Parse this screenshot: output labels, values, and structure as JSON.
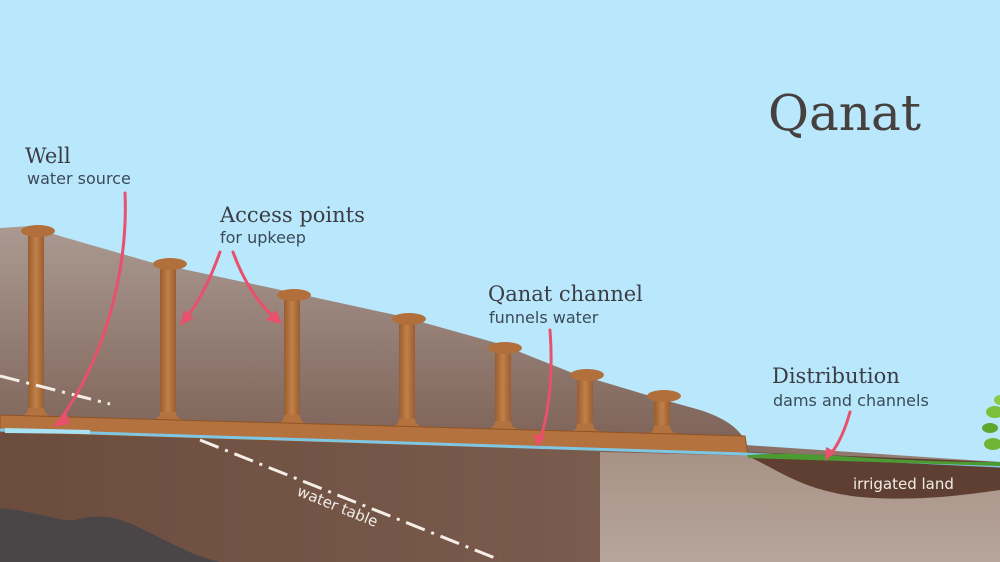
{
  "title": "Qanat",
  "colors": {
    "sky": "#b9e8fd",
    "hill_surface": "#a49189",
    "deep_soil": "#6a4d3f",
    "shaft": "#b3723e",
    "water": "#7ec7e4",
    "arrow": "#e8506c",
    "grass": "#4c9a32",
    "irrigated_soil": "#5e3f31",
    "bedrock": "#4a4648"
  },
  "labels": {
    "well": {
      "heading": "Well",
      "sub": "water source"
    },
    "access_points": {
      "heading": "Access points",
      "sub": "for upkeep"
    },
    "channel": {
      "heading": "Qanat channel",
      "sub": "funnels water"
    },
    "distribution": {
      "heading": "Distribution",
      "sub": "dams and channels"
    },
    "water_table": "water table",
    "irrigated_land": "irrigated land"
  },
  "access_shaft_count": 7,
  "icons": {
    "tree": "tree-foliage-icon",
    "arrow": "pointer-arrow-icon"
  }
}
